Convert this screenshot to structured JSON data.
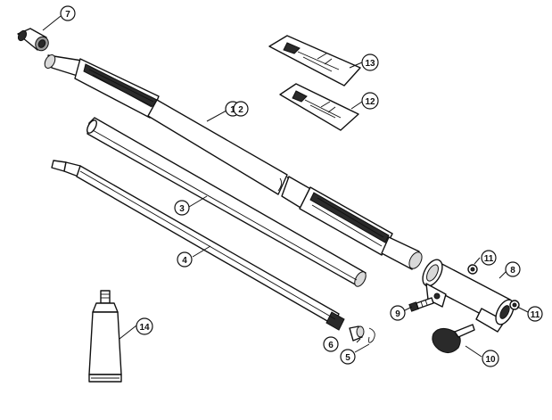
{
  "callouts": {
    "c1": "1",
    "c2": "2",
    "c3": "3",
    "c4": "4",
    "c5": "5",
    "c6": "6",
    "c7": "7",
    "c8": "8",
    "c9": "9",
    "c10": "10",
    "c11a": "11",
    "c11b": "11",
    "c12": "12",
    "c13": "13",
    "c14": "14"
  },
  "colors": {
    "line": "#111111",
    "background": "#ffffff",
    "shade": "#2a2a2a"
  }
}
